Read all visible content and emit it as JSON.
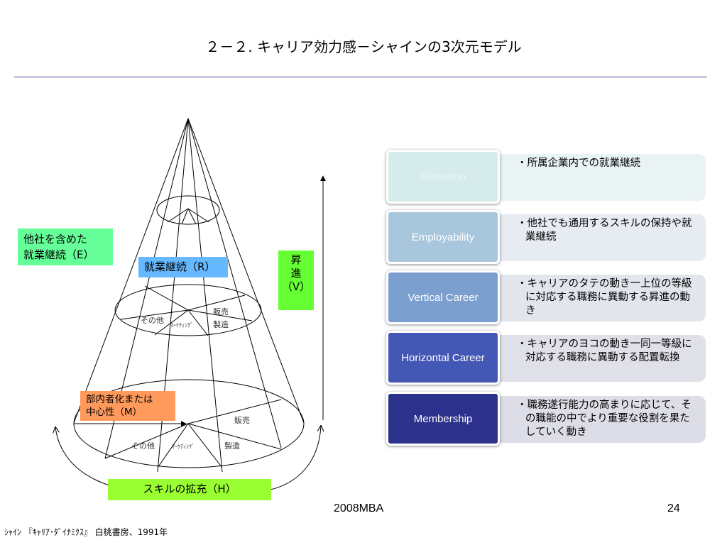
{
  "title": "２－２. キャリア効力感－シャインの3次元モデル",
  "labels": {
    "other_company": "他社を含めた\n就業継続（E）",
    "retention": "就業継続（R）",
    "promotion": "昇\n進\n（V）",
    "centrality": "部内者化または\n中心性（M）",
    "skill": "スキルの拡充（H）"
  },
  "cone_labels": {
    "upper_other": "その他",
    "upper_marketing": "ﾏｰｹﾃｨﾝｸﾞ",
    "upper_sales": "販売",
    "upper_mfg": "製造",
    "lower_other": "その他",
    "lower_marketing": "ﾏｰｹﾃｨﾝｸﾞ",
    "lower_sales": "販売",
    "lower_mfg": "製造"
  },
  "stack": [
    {
      "name": "Retention",
      "desc": "・所属企業内での就業継続",
      "box_color": "#d6ecec",
      "text_color": "#e9f5f5",
      "desc_bg": "#eaf3f3"
    },
    {
      "name": "Employability",
      "desc": "・他社でも通用するスキルの保持や就業継続",
      "box_color": "#a8c6dc",
      "text_color": "#ffffff",
      "desc_bg": "#e7ebf2"
    },
    {
      "name": "Vertical Career",
      "desc": "・キャリアのタテの動き一上位の等級に対応する職務に異動する昇進の動き",
      "box_color": "#7b9fce",
      "text_color": "#ffffff",
      "desc_bg": "#e3e5ed"
    },
    {
      "name": "Horizontal Career",
      "desc": "・キャリアのヨコの動き一同一等級に対応する職務に異動する配置転換",
      "box_color": "#4358b4",
      "text_color": "#ffffff",
      "desc_bg": "#dfe0e8"
    },
    {
      "name": "Membership",
      "desc": "・職務遂行能力の高まりに応じて、その職能の中でより重要な役割を果たしていく動き",
      "box_color": "#2c318c",
      "text_color": "#ffffff",
      "desc_bg": "#dcdde6"
    }
  ],
  "footer": {
    "center": "2008MBA",
    "page": "24"
  },
  "source": "ｼｬｲﾝ 『ｷｬﾘｱ･ﾀﾞｲﾅﾐｸｽ』 白桃書房、1991年"
}
